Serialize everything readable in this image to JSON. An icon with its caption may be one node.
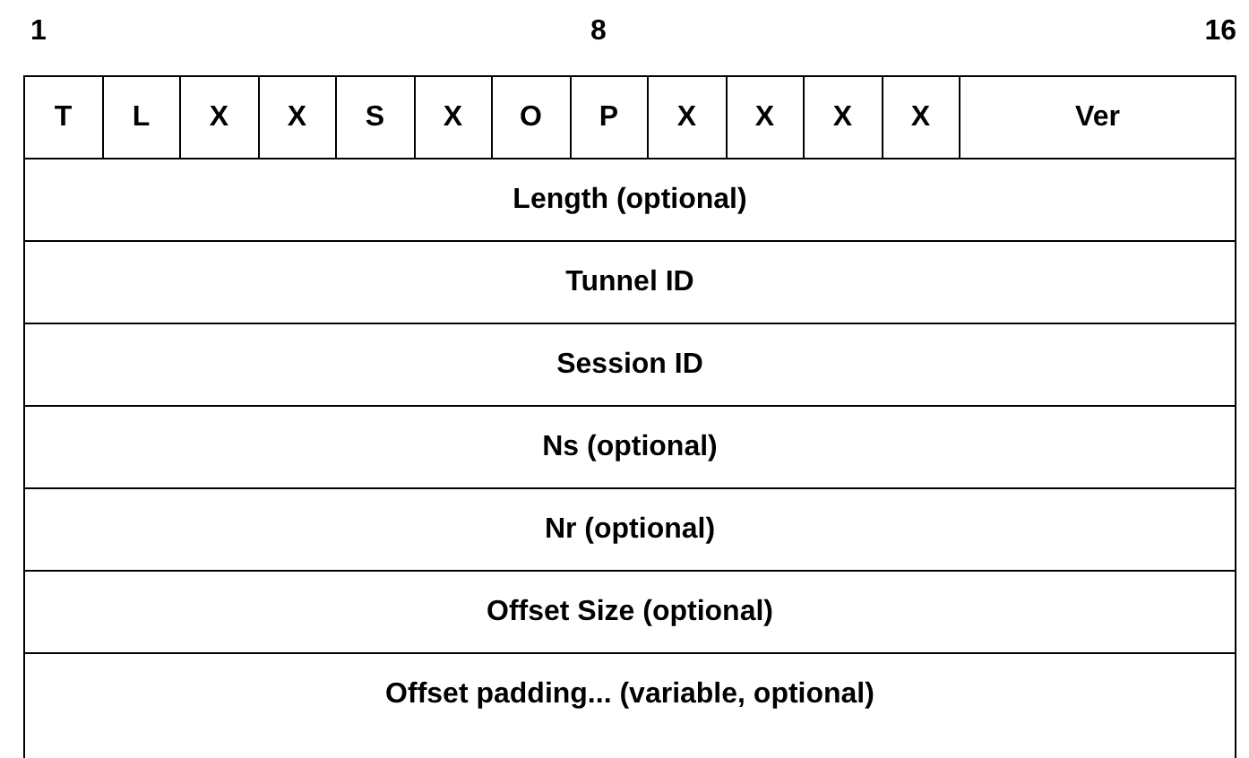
{
  "diagram": {
    "nodes": [
      {
        "text": [
          "T"
        ]
      },
      {
        "text": [
          "L"
        ]
      },
      {
        "text": [
          "X"
        ]
      },
      {
        "text": [
          "X"
        ]
      },
      {
        "text": [
          "S"
        ]
      },
      {
        "text": [
          "X"
        ]
      },
      {
        "text": [
          "O"
        ]
      },
      {
        "text": [
          "P"
        ]
      },
      {
        "text": [
          "X"
        ]
      },
      {
        "text": [
          "X"
        ]
      },
      {
        "text": [
          "X"
        ]
      },
      {
        "text": [
          "X"
        ]
      },
      {
        "text": [
          "Ver"
        ]
      },
      {
        "text": [
          "Length (optional)"
        ]
      },
      {
        "text": [
          "Tunnel ID"
        ]
      },
      {
        "text": [
          "Session ID"
        ]
      },
      {
        "text": [
          "Ns (optional)"
        ]
      },
      {
        "text": [
          "Nr (optional)"
        ]
      },
      {
        "text": [
          "Offset Size (optional)"
        ]
      },
      {
        "text": [
          "Offset padding... (variable, optional)"
        ]
      }
    ],
    "labels": [
      "1",
      "8",
      "16"
    ]
  }
}
